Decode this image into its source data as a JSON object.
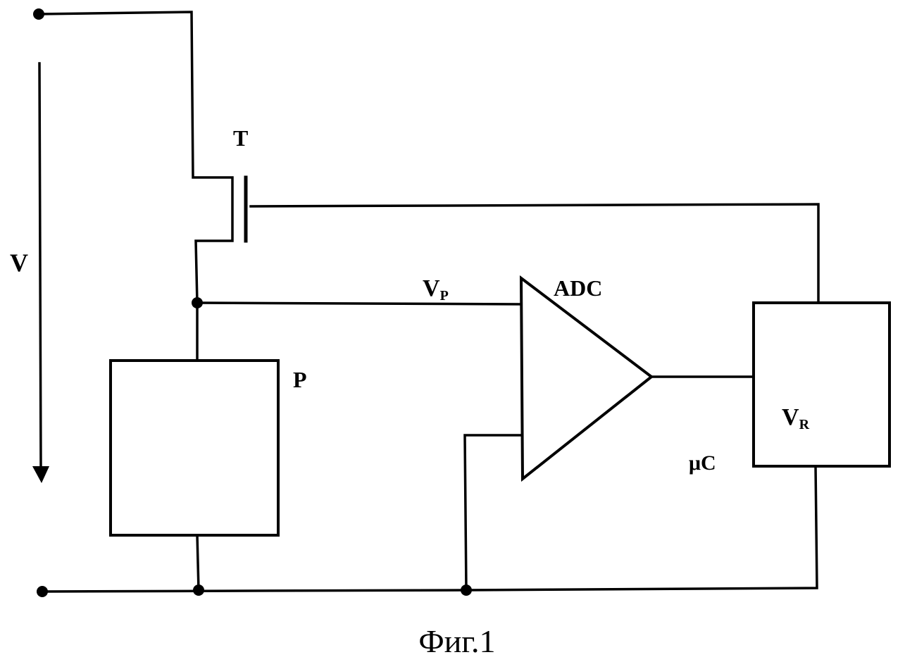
{
  "labels": {
    "voltage": "V",
    "transistor": "T",
    "probe_voltage_main": "V",
    "probe_voltage_sub": "P",
    "converter": "ADC",
    "load": "P",
    "reference_main": "V",
    "reference_sub": "R",
    "controller": "μC"
  },
  "caption": "Фиг.1"
}
